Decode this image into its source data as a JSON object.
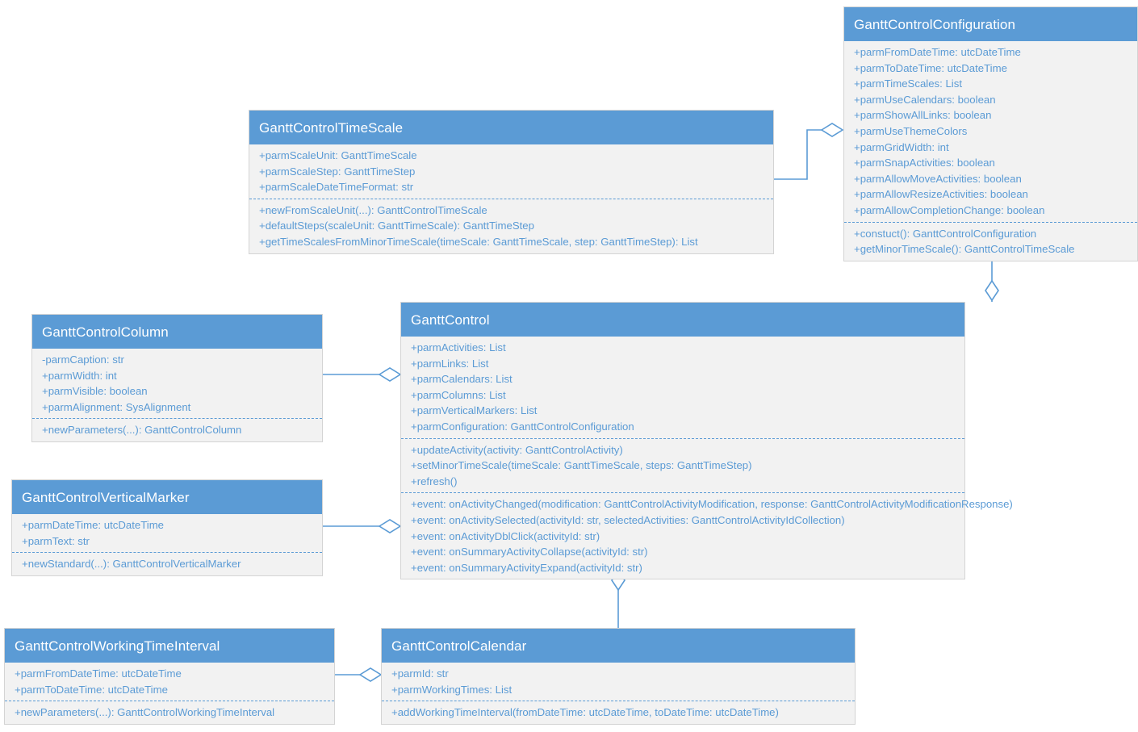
{
  "diagram": {
    "title": "GanttControl UML class diagram",
    "colors": {
      "header_fill": "#5B9BD5",
      "body_fill": "#F2F2F2",
      "body_border": "#D4D4D4",
      "text_blue": "#5B9BD5",
      "header_text": "#FFFFFF",
      "connector": "#5B9BD5",
      "background": "#FFFFFF"
    }
  },
  "classes": [
    {
      "id": "ganttcontrolconfiguration",
      "name": "GanttControlConfiguration",
      "attributes": [
        "+parmFromDateTime: utcDateTime",
        "+parmToDateTime: utcDateTime",
        "+parmTimeScales: List",
        "+parmUseCalendars: boolean",
        "+parmShowAllLinks: boolean",
        "+parmUseThemeColors",
        "+parmGridWidth: int",
        "+parmSnapActivities: boolean",
        "+parmAllowMoveActivities: boolean",
        "+parmAllowResizeActivities: boolean",
        "+parmAllowCompletionChange: boolean"
      ],
      "methods": [
        "+constuct(): GanttControlConfiguration",
        "+getMinorTimeScale(): GanttControlTimeScale"
      ],
      "events": []
    },
    {
      "id": "ganttcontroltimescale",
      "name": "GanttControlTimeScale",
      "attributes": [
        "+parmScaleUnit: GanttTimeScale",
        "+parmScaleStep: GanttTimeStep",
        "+parmScaleDateTimeFormat: str"
      ],
      "methods": [
        "+newFromScaleUnit(...): GanttControlTimeScale",
        "+defaultSteps(scaleUnit: GanttTimeScale): GanttTimeStep",
        "+getTimeScalesFromMinorTimeScale(timeScale: GanttTimeScale, step: GanttTimeStep): List"
      ],
      "events": []
    },
    {
      "id": "ganttcontrolcolumn",
      "name": "GanttControlColumn",
      "attributes": [
        "-parmCaption: str",
        "+parmWidth: int",
        "+parmVisible: boolean",
        "+parmAlignment: SysAlignment"
      ],
      "methods": [
        "+newParameters(...): GanttControlColumn"
      ],
      "events": []
    },
    {
      "id": "ganttcontrol",
      "name": "GanttControl",
      "attributes": [
        "+parmActivities: List",
        "+parmLinks: List",
        "+parmCalendars: List",
        "+parmColumns: List",
        "+parmVerticalMarkers: List",
        "+parmConfiguration: GanttControlConfiguration"
      ],
      "methods": [
        "+updateActivity(activity: GanttControlActivity)",
        "+setMinorTimeScale(timeScale: GanttTimeScale, steps: GanttTimeStep)",
        "+refresh()"
      ],
      "events": [
        "+event: onActivityChanged(modification: GanttControlActivityModification, response: GanttControlActivityModificationResponse)",
        "+event: onActivitySelected(activityId: str, selectedActivities: GanttControlActivityIdCollection)",
        "+event: onActivityDblClick(activityId: str)",
        "+event: onSummaryActivityCollapse(activityId: str)",
        "+event: onSummaryActivityExpand(activityId: str)"
      ]
    },
    {
      "id": "ganttcontrolverticalmarker",
      "name": "GanttControlVerticalMarker",
      "attributes": [
        "+parmDateTime: utcDateTime",
        "+parmText: str"
      ],
      "methods": [
        "+newStandard(...): GanttControlVerticalMarker"
      ],
      "events": []
    },
    {
      "id": "ganttcontrolworkingtimeinterval",
      "name": "GanttControlWorkingTimeInterval",
      "attributes": [
        "+parmFromDateTime: utcDateTime",
        "+parmToDateTime: utcDateTime"
      ],
      "methods": [
        "+newParameters(...): GanttControlWorkingTimeInterval"
      ],
      "events": []
    },
    {
      "id": "ganttcontrolcalendar",
      "name": "GanttControlCalendar",
      "attributes": [
        "+parmId: str",
        "+parmWorkingTimes: List"
      ],
      "methods": [
        "+addWorkingTimeInterval(fromDateTime: utcDateTime, toDateTime: utcDateTime)"
      ],
      "events": []
    }
  ],
  "relationships": [
    {
      "id": "rel-timescale-configuration",
      "type": "aggregation",
      "from": "ganttcontroltimescale",
      "to": "ganttcontrolconfiguration"
    },
    {
      "id": "rel-configuration-ganttcontrol",
      "type": "aggregation",
      "from": "ganttcontrolconfiguration",
      "to": "ganttcontrol"
    },
    {
      "id": "rel-column-ganttcontrol",
      "type": "aggregation",
      "from": "ganttcontrolcolumn",
      "to": "ganttcontrol"
    },
    {
      "id": "rel-verticalmarker-ganttcontrol",
      "type": "aggregation",
      "from": "ganttcontrolverticalmarker",
      "to": "ganttcontrol"
    },
    {
      "id": "rel-calendar-ganttcontrol",
      "type": "aggregation",
      "from": "ganttcontrolcalendar",
      "to": "ganttcontrol"
    },
    {
      "id": "rel-workingtimeinterval-calendar",
      "type": "aggregation",
      "from": "ganttcontrolworkingtimeinterval",
      "to": "ganttcontrolcalendar"
    }
  ]
}
